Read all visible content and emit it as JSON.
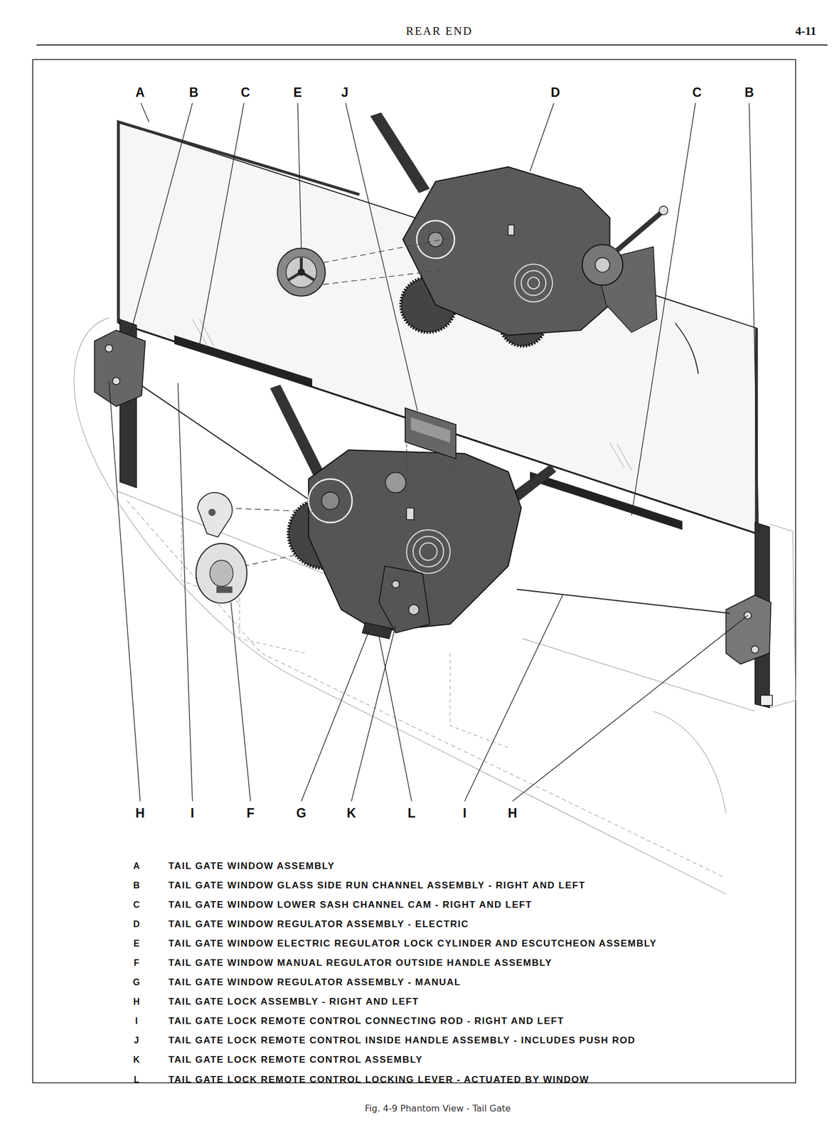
{
  "diagram": {
    "title": "REAR END",
    "caption": "Fig. 4-9 Phantom View - Tail Gate",
    "labels": [
      "4-11",
      "A",
      "B",
      "C",
      "E",
      "J",
      "D",
      "C",
      "B",
      "H",
      "I",
      "F",
      "G",
      "K",
      "L",
      "I",
      "H",
      "A",
      "TAIL GATE WINDOW ASSEMBLY",
      "B",
      "TAIL GATE WINDOW GLASS SIDE RUN CHANNEL ASSEMBLY - RIGHT AND LEFT",
      "C",
      "TAIL GATE WINDOW LOWER SASH CHANNEL CAM - RIGHT AND LEFT",
      "D",
      "TAIL GATE WINDOW REGULATOR ASSEMBLY - ELECTRIC",
      "E",
      "TAIL GATE WINDOW ELECTRIC REGULATOR LOCK CYLINDER AND ESCUTCHEON ASSEMBLY",
      "F",
      "TAIL GATE WINDOW MANUAL REGULATOR OUTSIDE HANDLE ASSEMBLY",
      "G",
      "TAIL GATE WINDOW REGULATOR ASSEMBLY - MANUAL",
      "H",
      "TAIL GATE LOCK ASSEMBLY - RIGHT AND LEFT",
      "I",
      "TAIL GATE LOCK REMOTE CONTROL CONNECTING ROD - RIGHT AND LEFT",
      "J",
      "TAIL GATE LOCK REMOTE CONTROL INSIDE HANDLE ASSEMBLY - INCLUDES PUSH ROD",
      "K",
      "TAIL GATE LOCK REMOTE CONTROL ASSEMBLY",
      "L",
      "TAIL GATE LOCK REMOTE CONTROL LOCKING LEVER - ACTUATED BY WINDOW"
    ]
  }
}
